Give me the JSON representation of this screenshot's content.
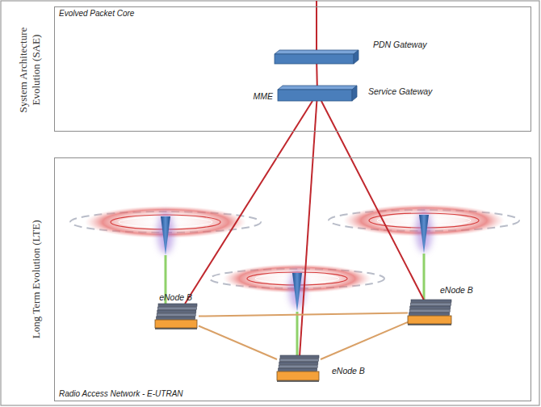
{
  "diagram": {
    "nodes": [
      {
        "text": [
          "Evolved Packet Core"
        ]
      },
      {
        "text": [
          "PDN Gateway"
        ],
        "in": 0
      },
      {
        "text": [
          "MME",
          "Service Gateway"
        ],
        "in": 0
      },
      {
        "text": [
          "Radio Access Network - E-UTRAN"
        ]
      },
      {
        "text": [
          "eNode B"
        ],
        "in": 3
      },
      {
        "text": [
          "eNode B"
        ],
        "in": 3
      },
      {
        "text": [
          "eNode B"
        ],
        "in": 3
      }
    ],
    "edges": [
      {
        "from": 1,
        "to": 2,
        "arrow": "none"
      },
      {
        "from": 2,
        "to": 4,
        "arrow": "none"
      },
      {
        "from": 2,
        "to": 6,
        "arrow": "none"
      },
      {
        "from": 2,
        "to": 5,
        "arrow": "none"
      },
      {
        "from": 4,
        "to": 6,
        "arrow": "none"
      },
      {
        "from": 6,
        "to": 5,
        "arrow": "none"
      },
      {
        "from": 4,
        "to": 5,
        "arrow": "none"
      }
    ],
    "labels": [
      "System Architecture Evolution (SAE)",
      "Long Term Evolution (LTE)"
    ]
  }
}
